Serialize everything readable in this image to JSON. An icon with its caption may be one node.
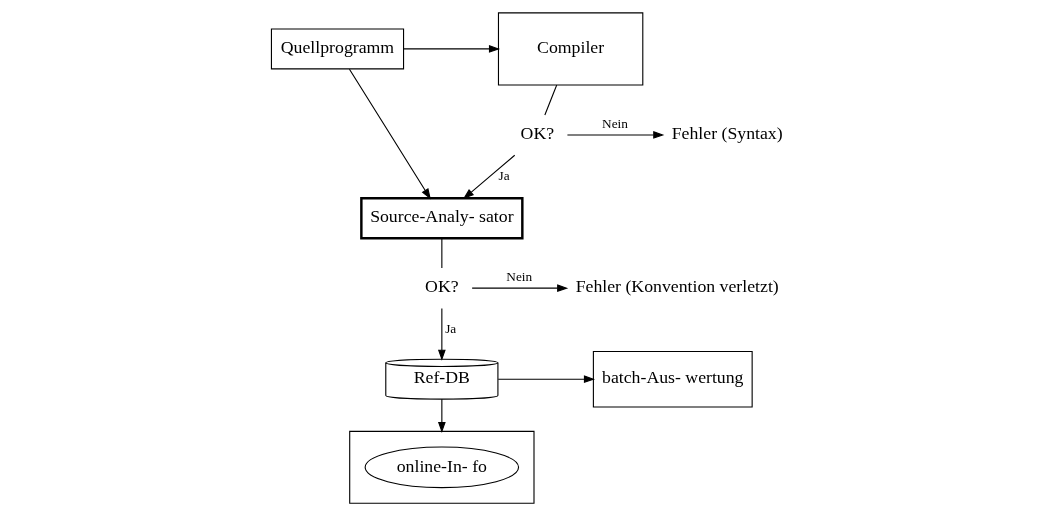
{
  "diagram": {
    "nodes": [
      {
        "text": [
          "Quellprogramm"
        ]
      },
      {
        "text": [
          "Compiler"
        ]
      },
      {
        "text": [
          "OK?"
        ]
      },
      {
        "text": [
          "Fehler (Syntax)"
        ]
      },
      {
        "text": [
          "Source-Analy- sator"
        ]
      },
      {
        "text": [
          "OK?"
        ]
      },
      {
        "text": [
          "Fehler (Konvention verletzt)"
        ]
      },
      {
        "text": [
          "Ref-DB"
        ]
      },
      {
        "text": [
          "batch-Aus- wertung"
        ]
      },
      {
        "text": [],
        "shape": "box"
      },
      {
        "text": [
          "online-In- fo"
        ],
        "in": 9
      }
    ],
    "edges": [
      {
        "from": 0,
        "to": 1,
        "arrow": "to"
      },
      {
        "from": 1,
        "to": 2,
        "arrow": "none"
      },
      {
        "from": 2,
        "to": 3,
        "arrow": "to",
        "label": "Nein"
      },
      {
        "from": 2,
        "to": 4,
        "arrow": "to",
        "label": "Ja"
      },
      {
        "from": 0,
        "to": 4,
        "arrow": "to"
      },
      {
        "from": 4,
        "to": 5,
        "arrow": "none"
      },
      {
        "from": 5,
        "to": 6,
        "arrow": "to",
        "label": "Nein"
      },
      {
        "from": 5,
        "to": 7,
        "arrow": "to",
        "label": "Ja"
      },
      {
        "from": 7,
        "to": 8,
        "arrow": "to"
      },
      {
        "from": 7,
        "to": 9,
        "arrow": "to"
      }
    ]
  }
}
